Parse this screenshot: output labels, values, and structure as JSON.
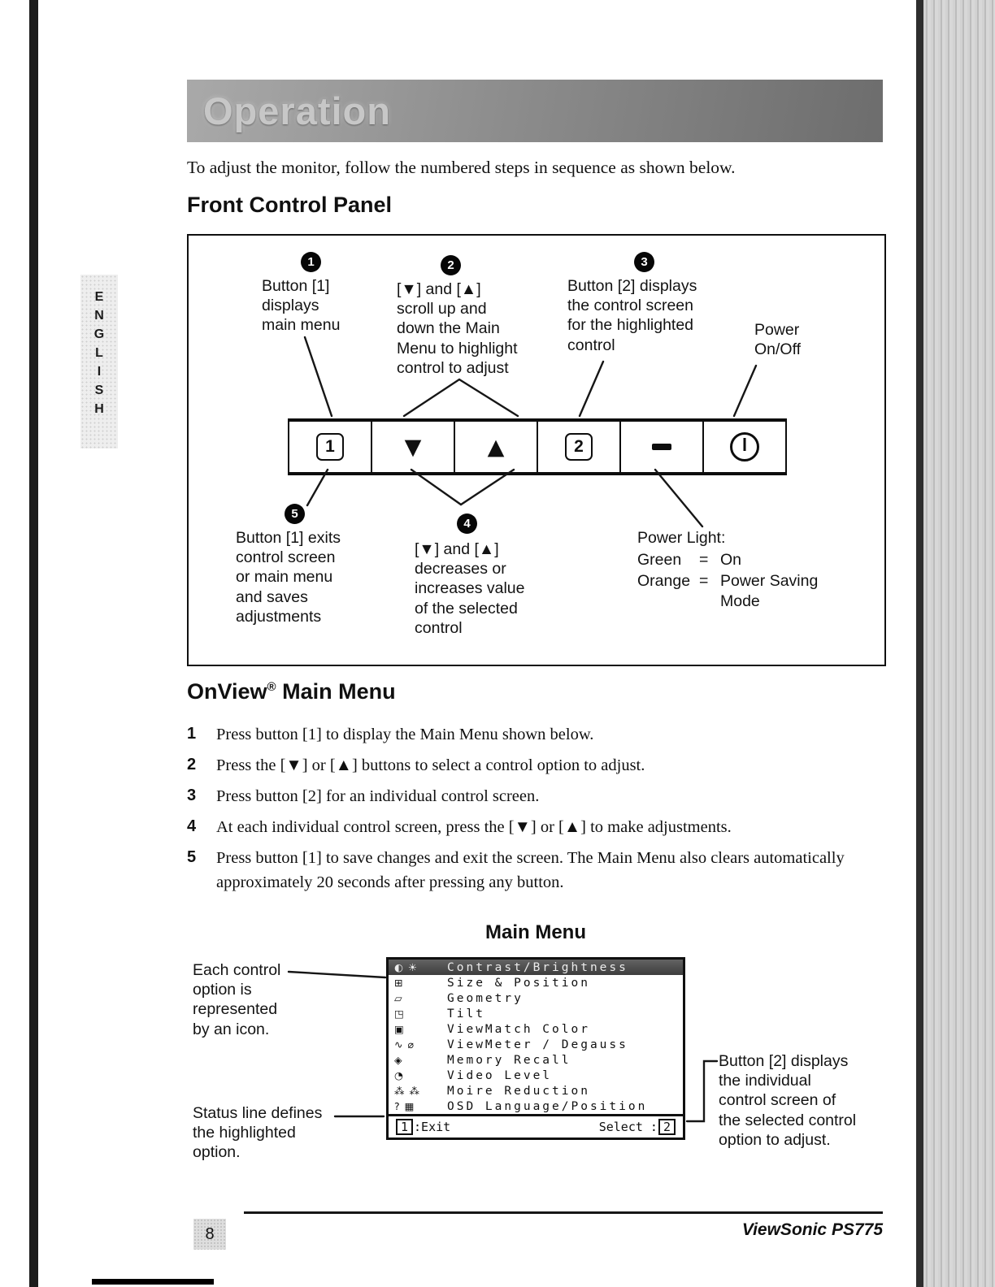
{
  "banner": {
    "title": "Operation"
  },
  "sidebar": {
    "letters": [
      "E",
      "N",
      "G",
      "L",
      "I",
      "S",
      "H"
    ]
  },
  "intro": "To adjust the monitor, follow the numbered steps in sequence as shown below.",
  "front_panel": {
    "heading": "Front Control Panel",
    "callouts": {
      "c1": {
        "num": "1",
        "text": "Button [1]\ndisplays\nmain menu"
      },
      "c2": {
        "num": "2",
        "text": "[▼] and [▲]\nscroll up and\ndown the Main\nMenu to highlight\ncontrol to adjust"
      },
      "c3": {
        "num": "3",
        "text": "Button [2] displays\nthe control screen\nfor the highlighted\ncontrol"
      },
      "power_label": "Power\nOn/Off",
      "c5": {
        "num": "5",
        "text": "Button [1] exits\ncontrol screen\nor main menu\nand saves\nadjustments"
      },
      "c4": {
        "num": "4",
        "text": "[▼] and [▲]\ndecreases or\nincreases value\nof the selected\ncontrol"
      },
      "power_light": {
        "title": "Power Light:",
        "rows": [
          {
            "color": "Green",
            "eq": "=",
            "value": "On"
          },
          {
            "color": "Orange",
            "eq": "=",
            "value": "Power Saving Mode"
          }
        ]
      }
    },
    "strip": {
      "button1": "1",
      "down": "▼",
      "up": "▲",
      "button2": "2"
    }
  },
  "onview": {
    "heading_name": "OnView",
    "heading_reg": "®",
    "heading_rest": " Main Menu",
    "steps": [
      {
        "num": "1",
        "text": "Press button [1] to display the Main Menu shown below."
      },
      {
        "num": "2",
        "text": "Press the [▼] or [▲] buttons to select a control option to adjust."
      },
      {
        "num": "3",
        "text": "Press button [2] for an individual control screen."
      },
      {
        "num": "4",
        "text": "At each individual control screen, press the [▼] or [▲] to make adjustments."
      },
      {
        "num": "5",
        "text": "Press button [1] to save changes and exit the screen. The Main Menu also clears automatically approximately 20 seconds after pressing any button."
      }
    ]
  },
  "main_menu": {
    "title": "Main Menu",
    "items": [
      {
        "icon": "◐ ☀",
        "label": "Contrast/Brightness"
      },
      {
        "icon": "⊞",
        "label": "Size & Position"
      },
      {
        "icon": "▱",
        "label": "Geometry"
      },
      {
        "icon": "◳",
        "label": "Tilt"
      },
      {
        "icon": "▣",
        "label": "ViewMatch Color"
      },
      {
        "icon": "∿ ⌀",
        "label": "ViewMeter / Degauss"
      },
      {
        "icon": "◈",
        "label": "Memory Recall"
      },
      {
        "icon": "◔",
        "label": "Video Level"
      },
      {
        "icon": "⁂ ⁂",
        "label": "Moire Reduction"
      },
      {
        "icon": "? ▦",
        "label": "OSD Language/Position"
      }
    ],
    "status": {
      "exit_key": "1",
      "exit_text": ":Exit",
      "select_text": "Select :",
      "select_key": "2"
    }
  },
  "annotations": {
    "icon_note": "Each control\noption is\nrepresented\nby an icon.",
    "status_note": "Status line defines\nthe highlighted\noption.",
    "button2_note": "Button [2] displays\nthe individual\ncontrol screen of\nthe selected control\noption to adjust."
  },
  "footer": {
    "page_number": "8",
    "brand": "ViewSonic PS775"
  }
}
